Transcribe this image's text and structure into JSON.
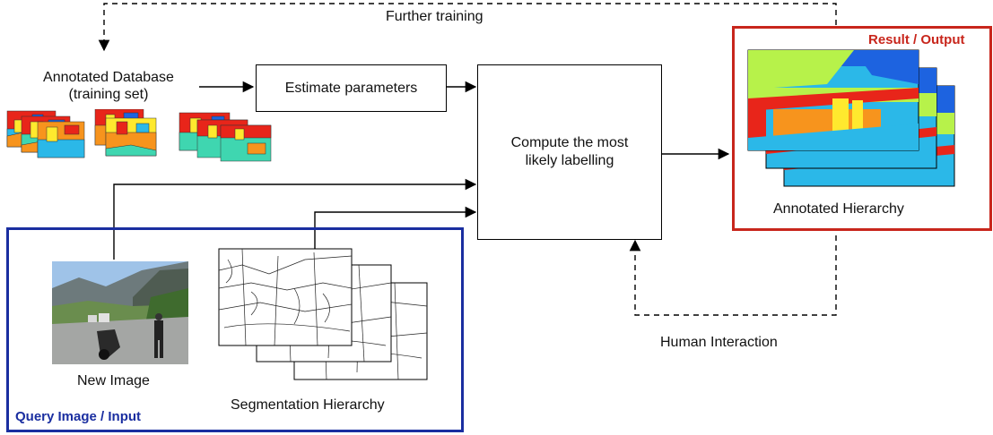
{
  "labels": {
    "further_training": "Further training",
    "annotated_database_line1": "Annotated Database",
    "annotated_database_line2": "(training set)",
    "estimate_parameters": "Estimate parameters",
    "compute_line1": "Compute the most",
    "compute_line2": "likely labelling",
    "annotated_hierarchy": "Annotated Hierarchy",
    "human_interaction": "Human Interaction",
    "new_image": "New Image",
    "segmentation_hierarchy": "Segmentation Hierarchy"
  },
  "groups": {
    "output_title": "Result / Output",
    "input_title": "Query Image / Input"
  },
  "colors": {
    "output_border": "#c8261c",
    "input_border": "#1a2ea0",
    "arrow": "#000000",
    "label_red": "#e8251a",
    "label_orange": "#f7941d",
    "label_yellow": "#ffe92e",
    "label_green": "#b7f24a",
    "label_blue": "#1d63e0",
    "label_cyan": "#2bb8e8",
    "label_teal": "#3fd6b0"
  }
}
